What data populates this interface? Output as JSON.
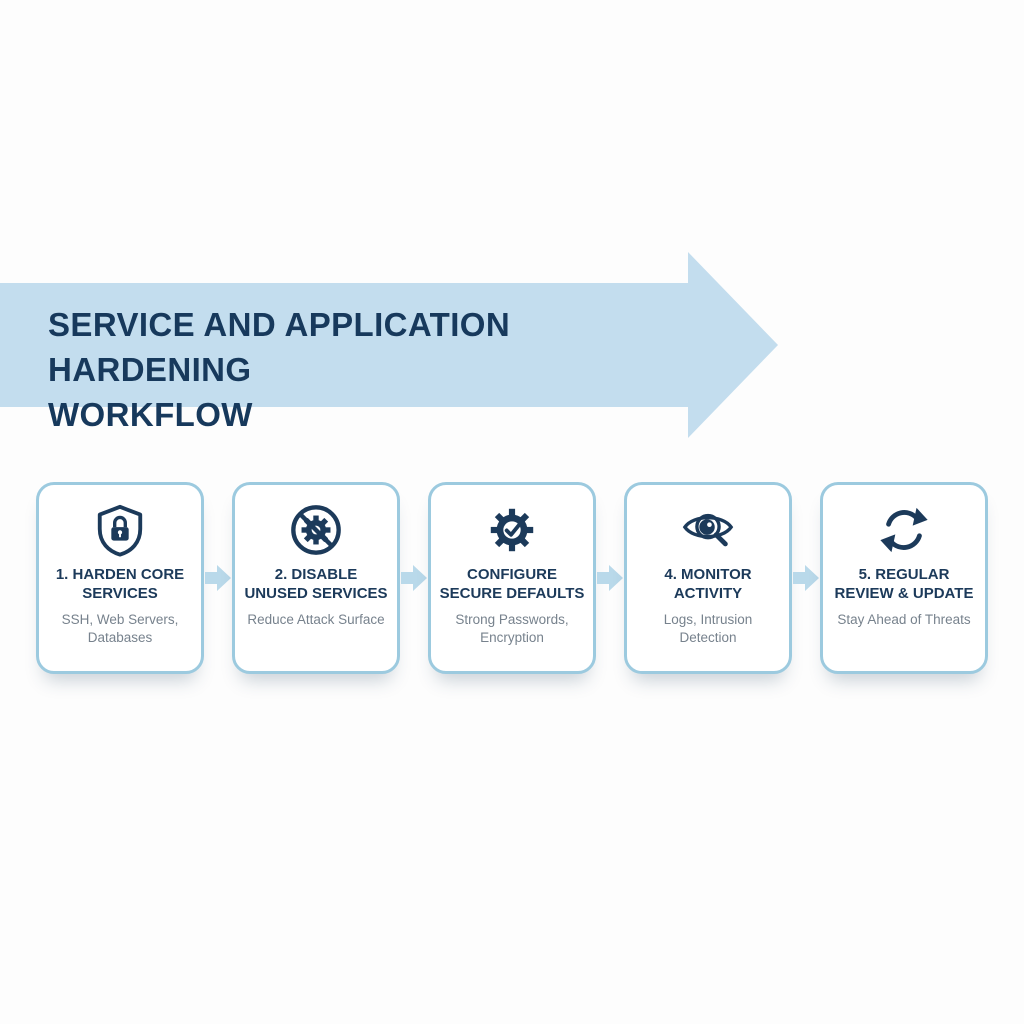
{
  "banner": {
    "title_line1": "SERVICE AND APPLICATION HARDENING",
    "title_line2": "WORKFLOW"
  },
  "colors": {
    "banner_arrow": "#c3ddee",
    "card_border": "#9ccadf",
    "icon_navy": "#1c3a5a",
    "title_navy": "#17395c",
    "subtitle_gray": "#77828d",
    "connector_blue": "#b9d9ea",
    "background": "#fdfdfd"
  },
  "cards": [
    {
      "icon": "shield-lock-icon",
      "title": "1. HARDEN CORE SERVICES",
      "subtitle": "SSH, Web Servers, Databases"
    },
    {
      "icon": "disabled-gear-icon",
      "title": "2. DISABLE UNUSED SERVICES",
      "subtitle": "Reduce Attack Surface"
    },
    {
      "icon": "gear-check-icon",
      "title": "CONFIGURE SECURE DEFAULTS",
      "subtitle": "Strong Passwords, Encryption"
    },
    {
      "icon": "eye-magnifier-icon",
      "title": "4. MONITOR ACTIVITY",
      "subtitle": "Logs, Intrusion Detection"
    },
    {
      "icon": "refresh-icon",
      "title": "5. REGULAR REVIEW & UPDATE",
      "subtitle": "Stay Ahead of Threats"
    }
  ]
}
